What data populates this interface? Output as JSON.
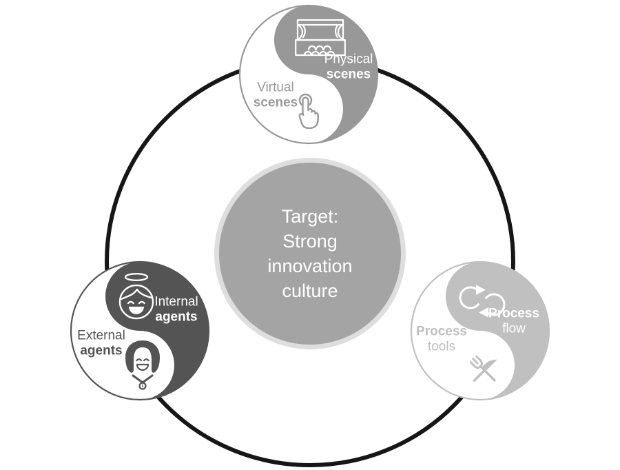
{
  "colors": {
    "ring": "#161616",
    "scenes_accent": "#989898",
    "agents_accent": "#545454",
    "process_accent": "#c0c0c0",
    "center_fill": "#a4a4a4",
    "center_border": "#dedede"
  },
  "center": {
    "lines": [
      "Target:",
      "Strong",
      "innovation",
      "culture"
    ]
  },
  "nodes": {
    "scenes": {
      "dark_half": {
        "line1": "Physical",
        "line2": "scenes",
        "icon": "theater-stage-icon"
      },
      "light_half": {
        "line1": "Virtual",
        "line2": "scenes",
        "icon": "tap-hand-icon"
      }
    },
    "agents": {
      "dark_half": {
        "line1": "Internal",
        "line2": "agents",
        "icon": "angel-face-icon"
      },
      "light_half": {
        "line1": "External",
        "line2": "agents",
        "icon": "woman-badge-icon"
      }
    },
    "process": {
      "dark_half": {
        "line1": "Process",
        "line2": "flow",
        "icon": "cycle-arrows-icon"
      },
      "light_half": {
        "line1": "Process",
        "line2": "tools",
        "icon": "fork-knife-icon"
      }
    }
  }
}
